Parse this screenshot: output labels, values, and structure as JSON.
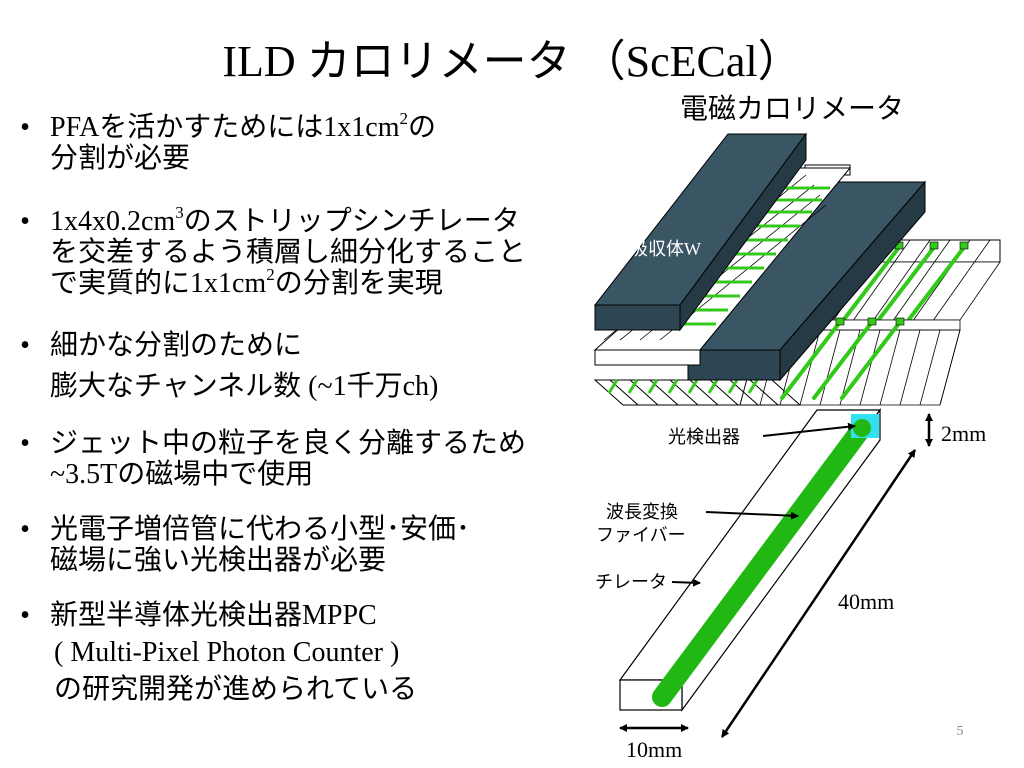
{
  "slide": {
    "title": "ILD カロリメータ （ScECal）",
    "page_number": "5"
  },
  "bullets": [
    {
      "marker": "•",
      "lines": [
        {
          "before": "PFAを活かすためには1x1cm",
          "sup": "2",
          "after": "の"
        },
        {
          "before": "分割が必要",
          "sup": "",
          "after": ""
        }
      ]
    },
    {
      "marker": "•",
      "lines": [
        {
          "before": "1x4x0.2cm",
          "sup": "3",
          "after": "のストリップシンチレータ"
        },
        {
          "before": "を交差するよう積層し細分化すること",
          "sup": "",
          "after": ""
        },
        {
          "before": "で実質的に1x1cm",
          "sup": "2",
          "after": "の分割を実現"
        }
      ]
    },
    {
      "marker": "•",
      "lines": [
        {
          "before": "細かな分割のために",
          "sup": "",
          "after": ""
        },
        {
          "before": "膨大なチャンネル数 (~1千万ch)",
          "sup": "",
          "after": ""
        }
      ]
    },
    {
      "marker": "•",
      "lines": [
        {
          "before": "ジェット中の粒子を良く分離するため",
          "sup": "",
          "after": ""
        },
        {
          "before": "~3.5Tの磁場中で使用",
          "sup": "",
          "after": ""
        }
      ]
    },
    {
      "marker": "•",
      "lines": [
        {
          "before": "光電子増倍管に代わる小型･安価･",
          "sup": "",
          "after": ""
        },
        {
          "before": "磁場に強い光検出器が必要",
          "sup": "",
          "after": ""
        }
      ]
    },
    {
      "marker": "•",
      "lines": [
        {
          "before": "新型半導体光検出器MPPC",
          "sup": "",
          "after": ""
        },
        {
          "before": "( Multi-Pixel Photon Counter )",
          "sup": "",
          "after": ""
        },
        {
          "before": "の研究開発が進められている",
          "sup": "",
          "after": ""
        }
      ]
    }
  ],
  "figure_ecal": {
    "caption": "電磁カロリメータ",
    "absorber_label": "吸収体W",
    "colors": {
      "absorber": "#2e4653",
      "fiber": "#33c91a",
      "strip_edge": "#000000"
    }
  },
  "figure_strip": {
    "label_photodetector": "光検出器",
    "label_wls_fiber_line1": "波長変換",
    "label_wls_fiber_line2": "ファイバー",
    "label_scintillator": "チレータ",
    "dim_thickness": "2mm",
    "dim_length": "40mm",
    "dim_width": "10mm",
    "colors": {
      "fiber": "#22b814",
      "photodetector": "#33e0f0"
    }
  }
}
